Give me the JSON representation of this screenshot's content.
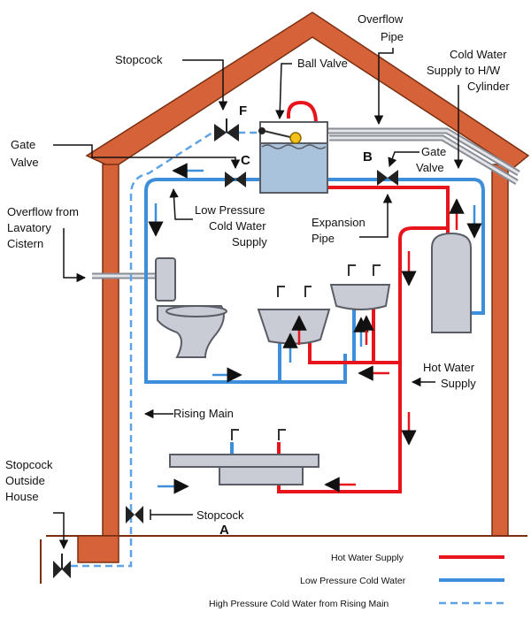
{
  "labels": {
    "overflow_pipe": [
      "Overflow",
      "Pipe"
    ],
    "cold_supply_hw": [
      "Cold Water",
      "Supply to H/W",
      "Cylinder"
    ],
    "stopcock_top": "Stopcock",
    "ball_valve": "Ball Valve",
    "gate_valve_left": [
      "Gate",
      "Valve"
    ],
    "gate_valve_right": [
      "Gate",
      "Valve"
    ],
    "overflow_lavatory": [
      "Overflow from",
      "Lavatory",
      "Cistern"
    ],
    "low_pressure": [
      "Low Pressure",
      "Cold Water",
      "Supply"
    ],
    "expansion_pipe": [
      "Expansion",
      "Pipe"
    ],
    "hot_water_supply": [
      "Hot Water",
      "Supply"
    ],
    "rising_main": "Rising Main",
    "stopcock_outside": [
      "Stopcock",
      "Outside",
      "House"
    ],
    "stopcock_a": "Stopcock"
  },
  "markers": {
    "a": "A",
    "b": "B",
    "c": "C",
    "f": "F"
  },
  "legend": [
    {
      "label": "Hot Water Supply",
      "style": "hot"
    },
    {
      "label": "Low Pressure Cold Water",
      "style": "cold"
    },
    {
      "label": "High Pressure Cold Water from Rising Main",
      "style": "rising"
    }
  ],
  "colors": {
    "hot": "#e8141b",
    "cold": "#3d8fd9",
    "rising": "#5ea3e6",
    "house": "#b04a1c",
    "house_fill": "#d6623a",
    "fixture": "#c9ccd4",
    "fixture_stroke": "#5a5d66"
  }
}
